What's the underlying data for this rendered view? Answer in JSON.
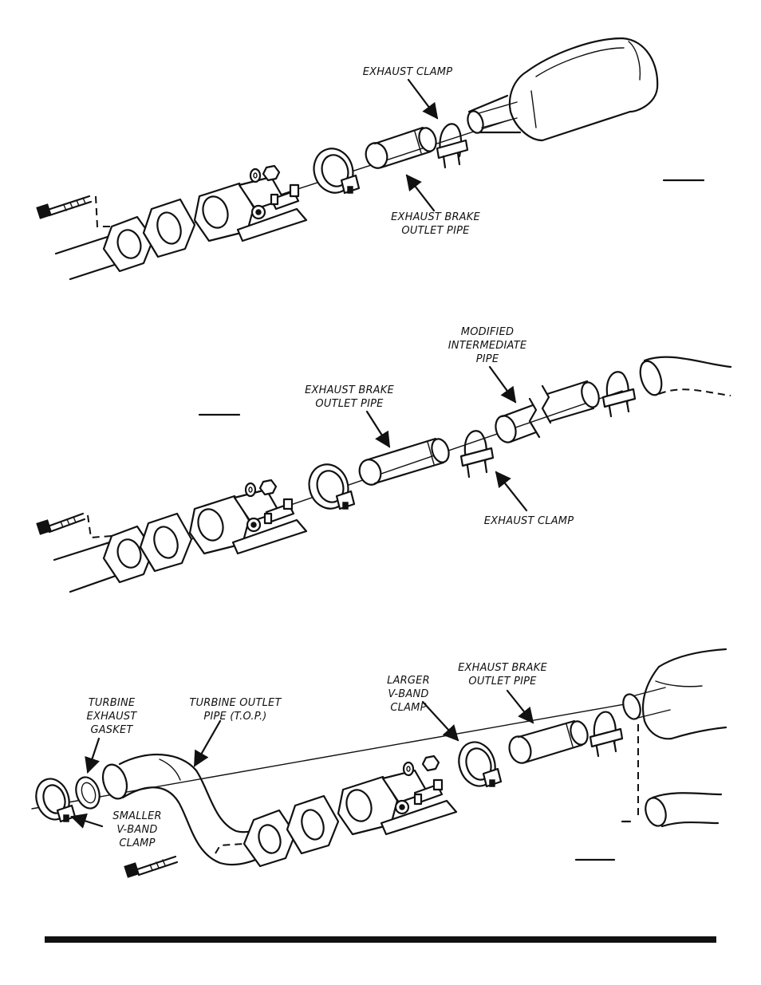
{
  "figure1": {
    "exhaust_clamp": "EXHAUST CLAMP",
    "outlet_pipe": "EXHAUST BRAKE\nOUTLET PIPE"
  },
  "figure2": {
    "modified_pipe": "MODIFIED\nINTERMEDIATE\nPIPE",
    "outlet_pipe": "EXHAUST BRAKE\nOUTLET PIPE",
    "exhaust_clamp": "EXHAUST CLAMP"
  },
  "figure3": {
    "turbine_gasket": "TURBINE\nEXHAUST\nGASKET",
    "turbine_outlet_pipe": "TURBINE OUTLET\nPIPE (T.O.P.)",
    "larger_clamp": "LARGER\nV-BAND\nCLAMP",
    "outlet_pipe": "EXHAUST BRAKE\nOUTLET PIPE",
    "smaller_clamp": "SMALLER\nV-BAND\nCLAMP"
  },
  "colors": {
    "ink": "#111111",
    "background": "#ffffff"
  }
}
